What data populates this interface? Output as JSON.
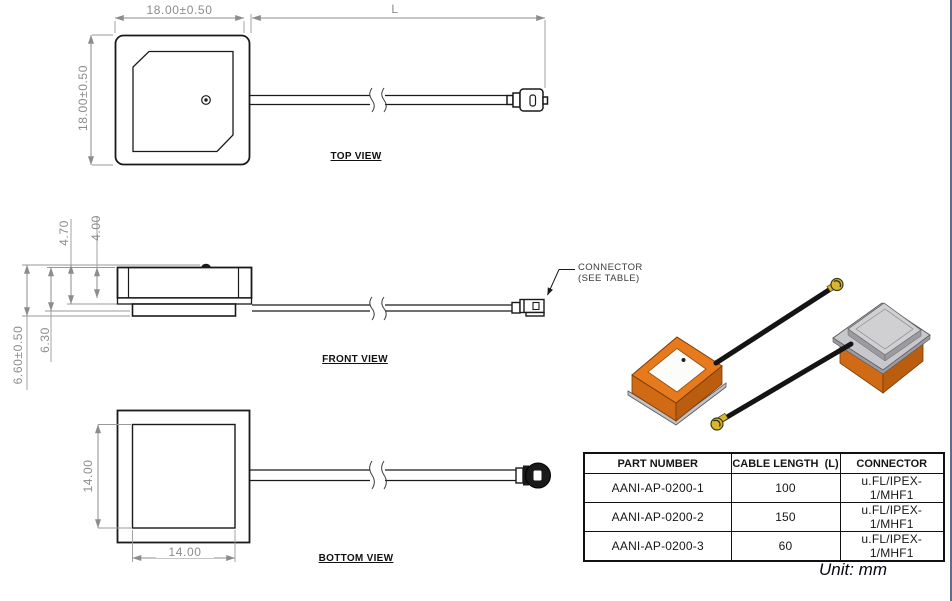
{
  "views": {
    "top": {
      "label": "TOP VIEW",
      "width_dim": "18.00±0.50",
      "height_dim": "18.00±0.50",
      "cable_dim": "L"
    },
    "front": {
      "label": "FRONT VIEW",
      "dim_4_70": "4.70",
      "dim_4_00": "4.00",
      "dim_6_30": "6.30",
      "dim_6_60": "6.60±0.50",
      "callout_line1": "CONNECTOR",
      "callout_line2": "(SEE TABLE)"
    },
    "bottom": {
      "label": "BOTTOM VIEW",
      "width_dim": "14.00",
      "height_dim": "14.00"
    }
  },
  "table": {
    "headers": [
      "PART NUMBER",
      "CABLE LENGTH  (L)",
      "CONNECTOR"
    ],
    "rows": [
      [
        "AANI-AP-0200-1",
        "100",
        "u.FL/IPEX-1/MHF1"
      ],
      [
        "AANI-AP-0200-2",
        "150",
        "u.FL/IPEX-1/MHF1"
      ],
      [
        "AANI-AP-0200-3",
        "60",
        "u.FL/IPEX-1/MHF1"
      ]
    ]
  },
  "unit_note": "Unit: mm",
  "colors": {
    "antenna_orange": "#E87A1E",
    "antenna_orange_left": "#D06A14",
    "antenna_orange_right": "#BA5D0E",
    "patch_white": "#FCFCFA",
    "base_gray": "#C2C2C6",
    "plate_gray": "#C8C8CC",
    "plate_gray_top": "#D0D0D2",
    "plate_gray_dark": "#9B9B9F",
    "cable_black": "#141414",
    "connector_gold": "#D9B62E",
    "line_black": "#1a1a1a",
    "dim_gray": "#8c8c8c",
    "frame_blue": "#5e6c94"
  }
}
